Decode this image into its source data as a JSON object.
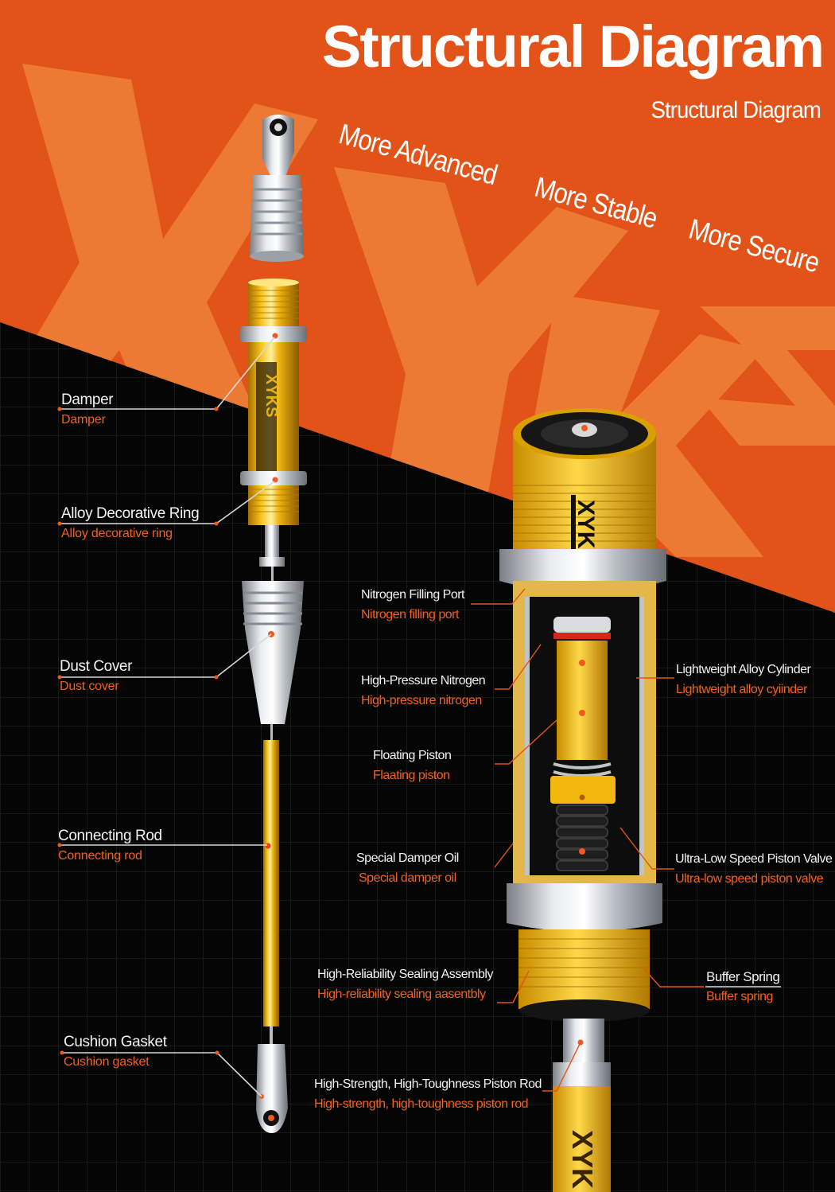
{
  "header": {
    "title": "Structural Diagram",
    "subtitle": "Structural Diagram",
    "slogans": [
      "More Advanced",
      "More Stable",
      "More Secure"
    ]
  },
  "brand": {
    "watermark": "XYKS",
    "colors": {
      "orange_dark": "#e2531a",
      "orange_light": "#ec7a34",
      "black_bg": "#050505",
      "grid_line": "#2c2c2c",
      "label_white": "#f2f2f2",
      "label_orange": "#f0621e",
      "gold": "#e8b412",
      "silver": "#c9cdd2"
    }
  },
  "left_labels": [
    {
      "en": "Damper",
      "sub": "Damper"
    },
    {
      "en": "Alloy Decorative Ring",
      "sub": "Alloy decorative ring"
    },
    {
      "en": "Dust Cover",
      "sub": "Dust cover"
    },
    {
      "en": "Connecting Rod",
      "sub": "Connecting rod"
    },
    {
      "en": "Cushion Gasket",
      "sub": "Cushion gasket"
    }
  ],
  "center_labels": [
    {
      "en": "Nitrogen Filling Port",
      "sub": "Nitrogen filling port"
    },
    {
      "en": "High-Pressure Nitrogen",
      "sub": "High-pressure nitrogen"
    },
    {
      "en": "Floating Piston",
      "sub": "Flaating piston"
    },
    {
      "en": "Special Damper Oil",
      "sub": "Special damper oil"
    },
    {
      "en": "High-Reliability Sealing Assembly",
      "sub": "High-reliability sealing aasentbly"
    },
    {
      "en": "High-Strength, High-Toughness Piston Rod",
      "sub": "High-strength, high-toughness piston rod"
    }
  ],
  "right_labels": [
    {
      "en": "Lightweight Alloy Cylinder",
      "sub": "Lightweight alloy cyiinder"
    },
    {
      "en": "Ultra-Low Speed Piston Valve",
      "sub": "Ultra-low speed piston valve"
    },
    {
      "en": "Buffer Spring",
      "sub": "Buffer spring"
    }
  ]
}
